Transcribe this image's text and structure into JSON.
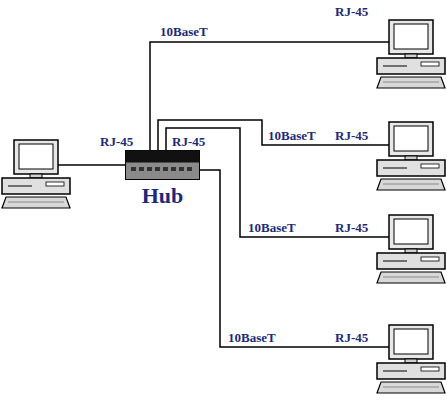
{
  "diagram": {
    "nodes": [
      {
        "text": [
          "Hub"
        ]
      }
    ],
    "labels": [
      "10BaseT",
      "RJ-45",
      "10BaseT",
      "RJ-45",
      "RJ-45",
      "RJ-45",
      "10BaseT",
      "RJ-45",
      "10BaseT",
      "RJ-45"
    ]
  }
}
